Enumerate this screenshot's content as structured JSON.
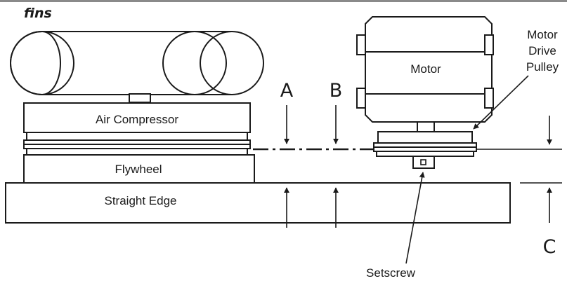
{
  "header": {
    "logo_text": "fins"
  },
  "diagram": {
    "components": {
      "compressor": "Air Compressor",
      "flywheel": "Flywheel",
      "straight_edge": "Straight Edge",
      "motor": "Motor"
    },
    "callouts": {
      "pulley_line1": "Motor",
      "pulley_line2": "Drive",
      "pulley_line3": "Pulley",
      "setscrew": "Setscrew"
    },
    "markers": {
      "a": "A",
      "b": "B",
      "c": "C"
    }
  }
}
